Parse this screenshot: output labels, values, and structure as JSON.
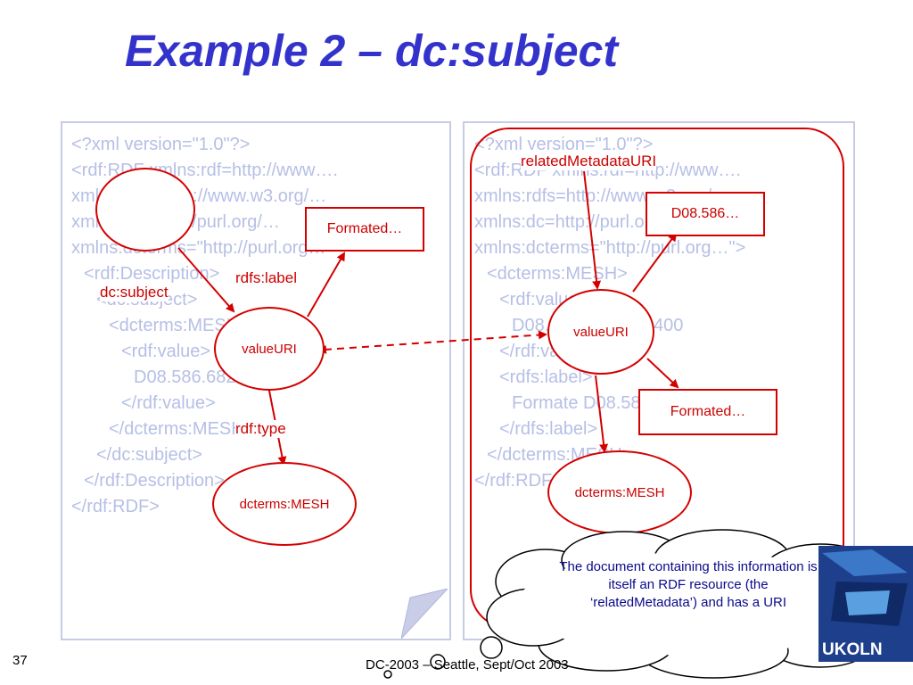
{
  "title": "Example 2 – dc:subject",
  "left_code": [
    "<?xml version=\"1.0\"?>",
    "<rdf:RDF xmlns:rdf=http://www….",
    "xmlns:rdfs=http://www.w3.org/…",
    "xmlns:dc=http://purl.org/…",
    "xmlns:dcterms=\"http://purl.org…\">",
    "  <rdf:Description>",
    "    <dc:subject>",
    "      <dcterms:MESH>",
    "        <rdf:value>",
    "          D08.586.682.075.400",
    "        </rdf:value>",
    "      </dcterms:MESH>",
    "    </dc:subject>",
    "  </rdf:Description>",
    "</rdf:RDF>"
  ],
  "right_code": [
    "<?xml version=\"1.0\"?>",
    "<rdf:RDF xmlns:rdf=http://www….",
    "xmlns:rdfs=http://www.w3.org/…",
    "xmlns:dc=http://purl.org/…",
    "xmlns:dcterms=\"http://purl.org…\">",
    "  <dcterms:MESH>",
    "    <rdf:value>",
    "      D08.586.682.075.400",
    "    </rdf:value>",
    "    <rdfs:label>",
    "      Formate D08.586.682 Value",
    "    </rdfs:label>",
    "  </dcterms:MESH>",
    "</rdf:RDF>"
  ],
  "diagram": {
    "left": {
      "formated_box": "Formated…",
      "edge_dc_subject": "dc:subject",
      "edge_rdfs_label": "rdfs:label",
      "node_value_uri": "valueURI",
      "edge_rdf_type": "rdf:type",
      "node_mesh": "dcterms:MESH"
    },
    "right": {
      "related_label": "relatedMetadataURI",
      "d08_box": "D08.586…",
      "node_value_uri": "valueURI",
      "formated_box": "Formated…",
      "node_mesh": "dcterms:MESH"
    }
  },
  "callout": "The document containing this information is itself an RDF resource (the ‘relatedMetadata’) and has a URI",
  "slide_number": "37",
  "footer": "DC-2003 – Seattle, Sept/Oct 2003",
  "logo_text": "UKOLN",
  "colors": {
    "title": "#3333cc",
    "accent_red": "#cc0000",
    "code_faded": "#b6bfe6",
    "callout_text": "#0a0a8c"
  }
}
